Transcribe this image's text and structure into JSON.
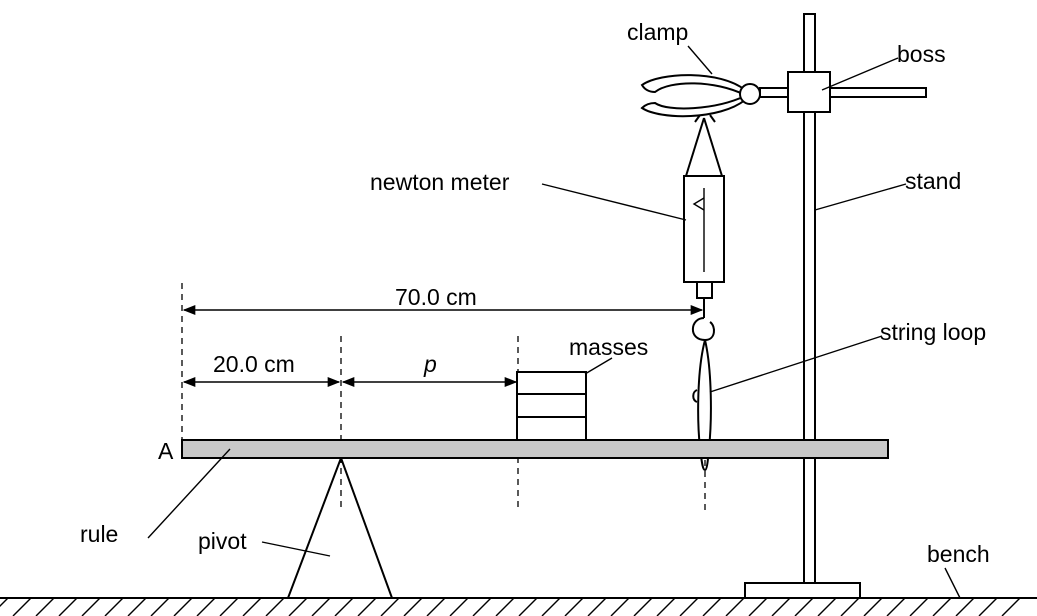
{
  "labels": {
    "clamp": "clamp",
    "boss": "boss",
    "newton_meter": "newton meter",
    "stand": "stand",
    "string_loop": "string loop",
    "masses": "masses",
    "rule": "rule",
    "pivot": "pivot",
    "bench": "bench",
    "point_a": "A"
  },
  "dimensions": {
    "total": "70.0 cm",
    "pivot_distance": "20.0 cm",
    "mass_distance": "p"
  },
  "colors": {
    "rule_fill": "#c8c8c8",
    "line": "#000000"
  }
}
